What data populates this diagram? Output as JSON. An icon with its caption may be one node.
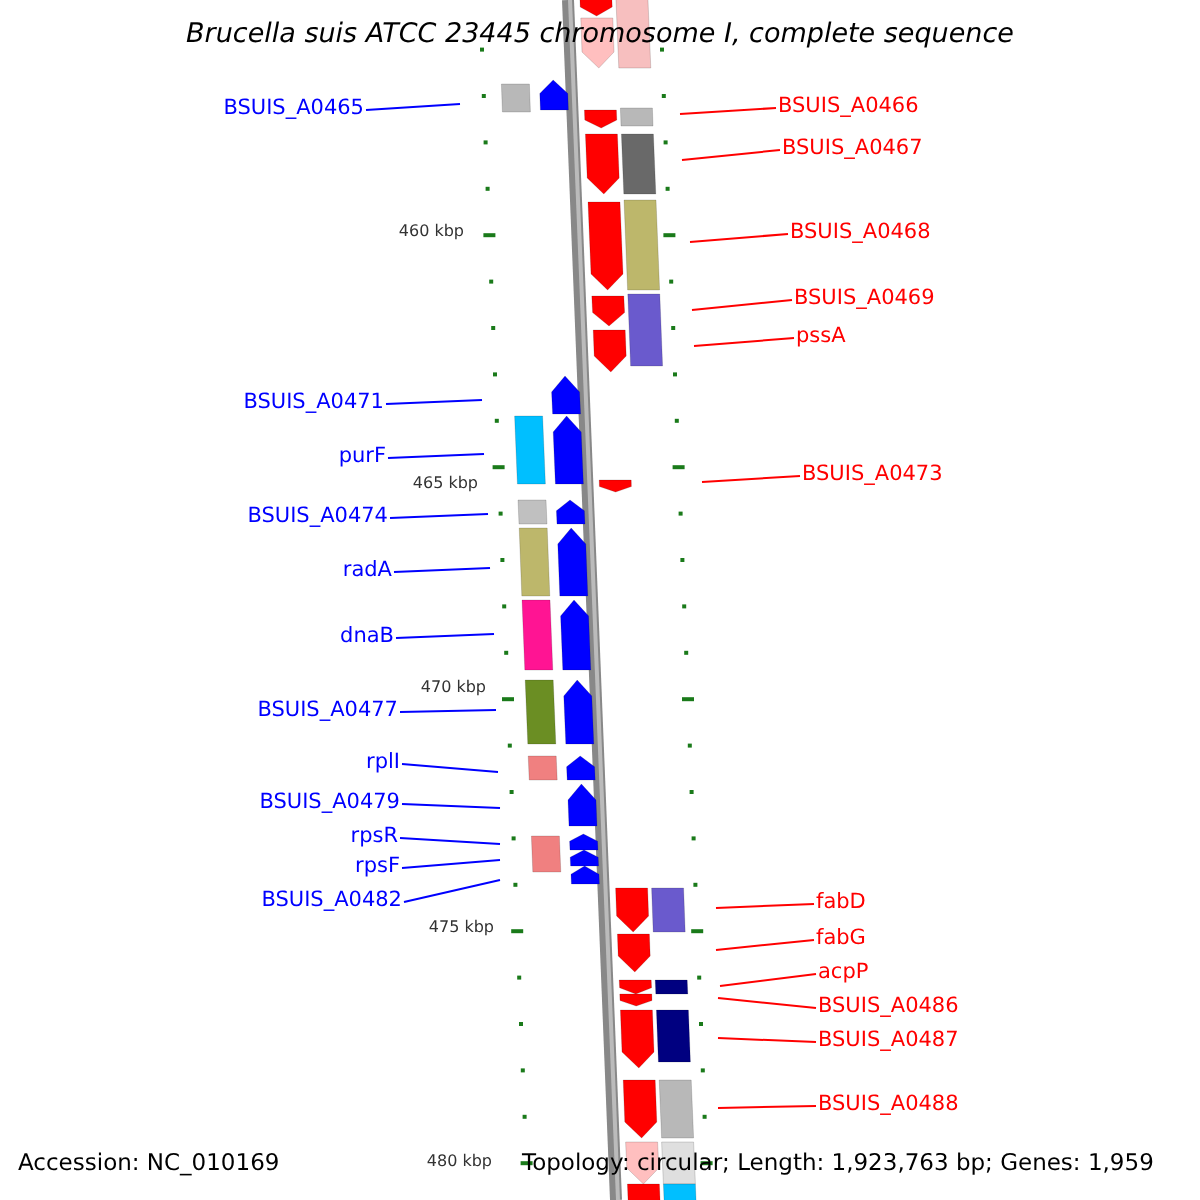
{
  "diagram": {
    "title": "Brucella suis ATCC 23445 chromosome I, complete sequence",
    "nodes": [
      {
        "text": [
          "BSUIS_A0465"
        ]
      },
      {
        "text": [
          "BSUIS_A0466"
        ]
      },
      {
        "text": [
          "BSUIS_A0467"
        ]
      },
      {
        "text": [
          "BSUIS_A0468"
        ]
      },
      {
        "text": [
          "BSUIS_A0469"
        ]
      },
      {
        "text": [
          "pssA"
        ]
      },
      {
        "text": [
          "BSUIS_A0471"
        ]
      },
      {
        "text": [
          "purF"
        ]
      },
      {
        "text": [
          "BSUIS_A0473"
        ]
      },
      {
        "text": [
          "BSUIS_A0474"
        ]
      },
      {
        "text": [
          "radA"
        ]
      },
      {
        "text": [
          "dnaB"
        ]
      },
      {
        "text": [
          "BSUIS_A0477"
        ]
      },
      {
        "text": [
          "rplI"
        ]
      },
      {
        "text": [
          "BSUIS_A0479"
        ]
      },
      {
        "text": [
          "rpsR"
        ]
      },
      {
        "text": [
          "rpsF"
        ]
      },
      {
        "text": [
          "BSUIS_A0482"
        ]
      },
      {
        "text": [
          "fabD"
        ]
      },
      {
        "text": [
          "fabG"
        ]
      },
      {
        "text": [
          "acpP"
        ]
      },
      {
        "text": [
          "BSUIS_A0486"
        ]
      },
      {
        "text": [
          "BSUIS_A0487"
        ]
      },
      {
        "text": [
          "BSUIS_A0488"
        ]
      }
    ],
    "edges": [
      {
        "from": 0,
        "to": null,
        "arrow": "none",
        "color": "#0000ff"
      },
      {
        "from": 1,
        "to": null,
        "arrow": "none",
        "color": "#ff0000"
      },
      {
        "from": 2,
        "to": null,
        "arrow": "none",
        "color": "#ff0000"
      },
      {
        "from": 3,
        "to": null,
        "arrow": "none",
        "color": "#ff0000"
      },
      {
        "from": 4,
        "to": null,
        "arrow": "none",
        "color": "#ff0000"
      },
      {
        "from": 5,
        "to": null,
        "arrow": "none",
        "color": "#ff0000"
      },
      {
        "from": 6,
        "to": null,
        "arrow": "none",
        "color": "#0000ff"
      },
      {
        "from": 7,
        "to": null,
        "arrow": "none",
        "color": "#0000ff"
      },
      {
        "from": 8,
        "to": null,
        "arrow": "none",
        "color": "#ff0000"
      },
      {
        "from": 9,
        "to": null,
        "arrow": "none",
        "color": "#0000ff"
      },
      {
        "from": 10,
        "to": null,
        "arrow": "none",
        "color": "#0000ff"
      },
      {
        "from": 11,
        "to": null,
        "arrow": "none",
        "color": "#0000ff"
      },
      {
        "from": 12,
        "to": null,
        "arrow": "none",
        "color": "#0000ff"
      },
      {
        "from": 13,
        "to": null,
        "arrow": "none",
        "color": "#0000ff"
      },
      {
        "from": 14,
        "to": null,
        "arrow": "none",
        "color": "#0000ff"
      },
      {
        "from": 15,
        "to": null,
        "arrow": "none",
        "color": "#0000ff"
      },
      {
        "from": 16,
        "to": null,
        "arrow": "none",
        "color": "#0000ff"
      },
      {
        "from": 17,
        "to": null,
        "arrow": "none",
        "color": "#0000ff"
      },
      {
        "from": 18,
        "to": null,
        "arrow": "none",
        "color": "#ff0000"
      },
      {
        "from": 19,
        "to": null,
        "arrow": "none",
        "color": "#ff0000"
      },
      {
        "from": 20,
        "to": null,
        "arrow": "none",
        "color": "#ff0000"
      },
      {
        "from": 21,
        "to": null,
        "arrow": "none",
        "color": "#ff0000"
      },
      {
        "from": 22,
        "to": null,
        "arrow": "none",
        "color": "#ff0000"
      },
      {
        "from": 23,
        "to": null,
        "arrow": "none",
        "color": "#ff0000"
      }
    ],
    "labels": [
      "460 kbp",
      "465 kbp",
      "470 kbp",
      "475 kbp",
      "Accession: NC_010169",
      "480 kbp",
      "Topology: circular; Length: 1,923,763 bp; Genes: 1,959"
    ]
  }
}
